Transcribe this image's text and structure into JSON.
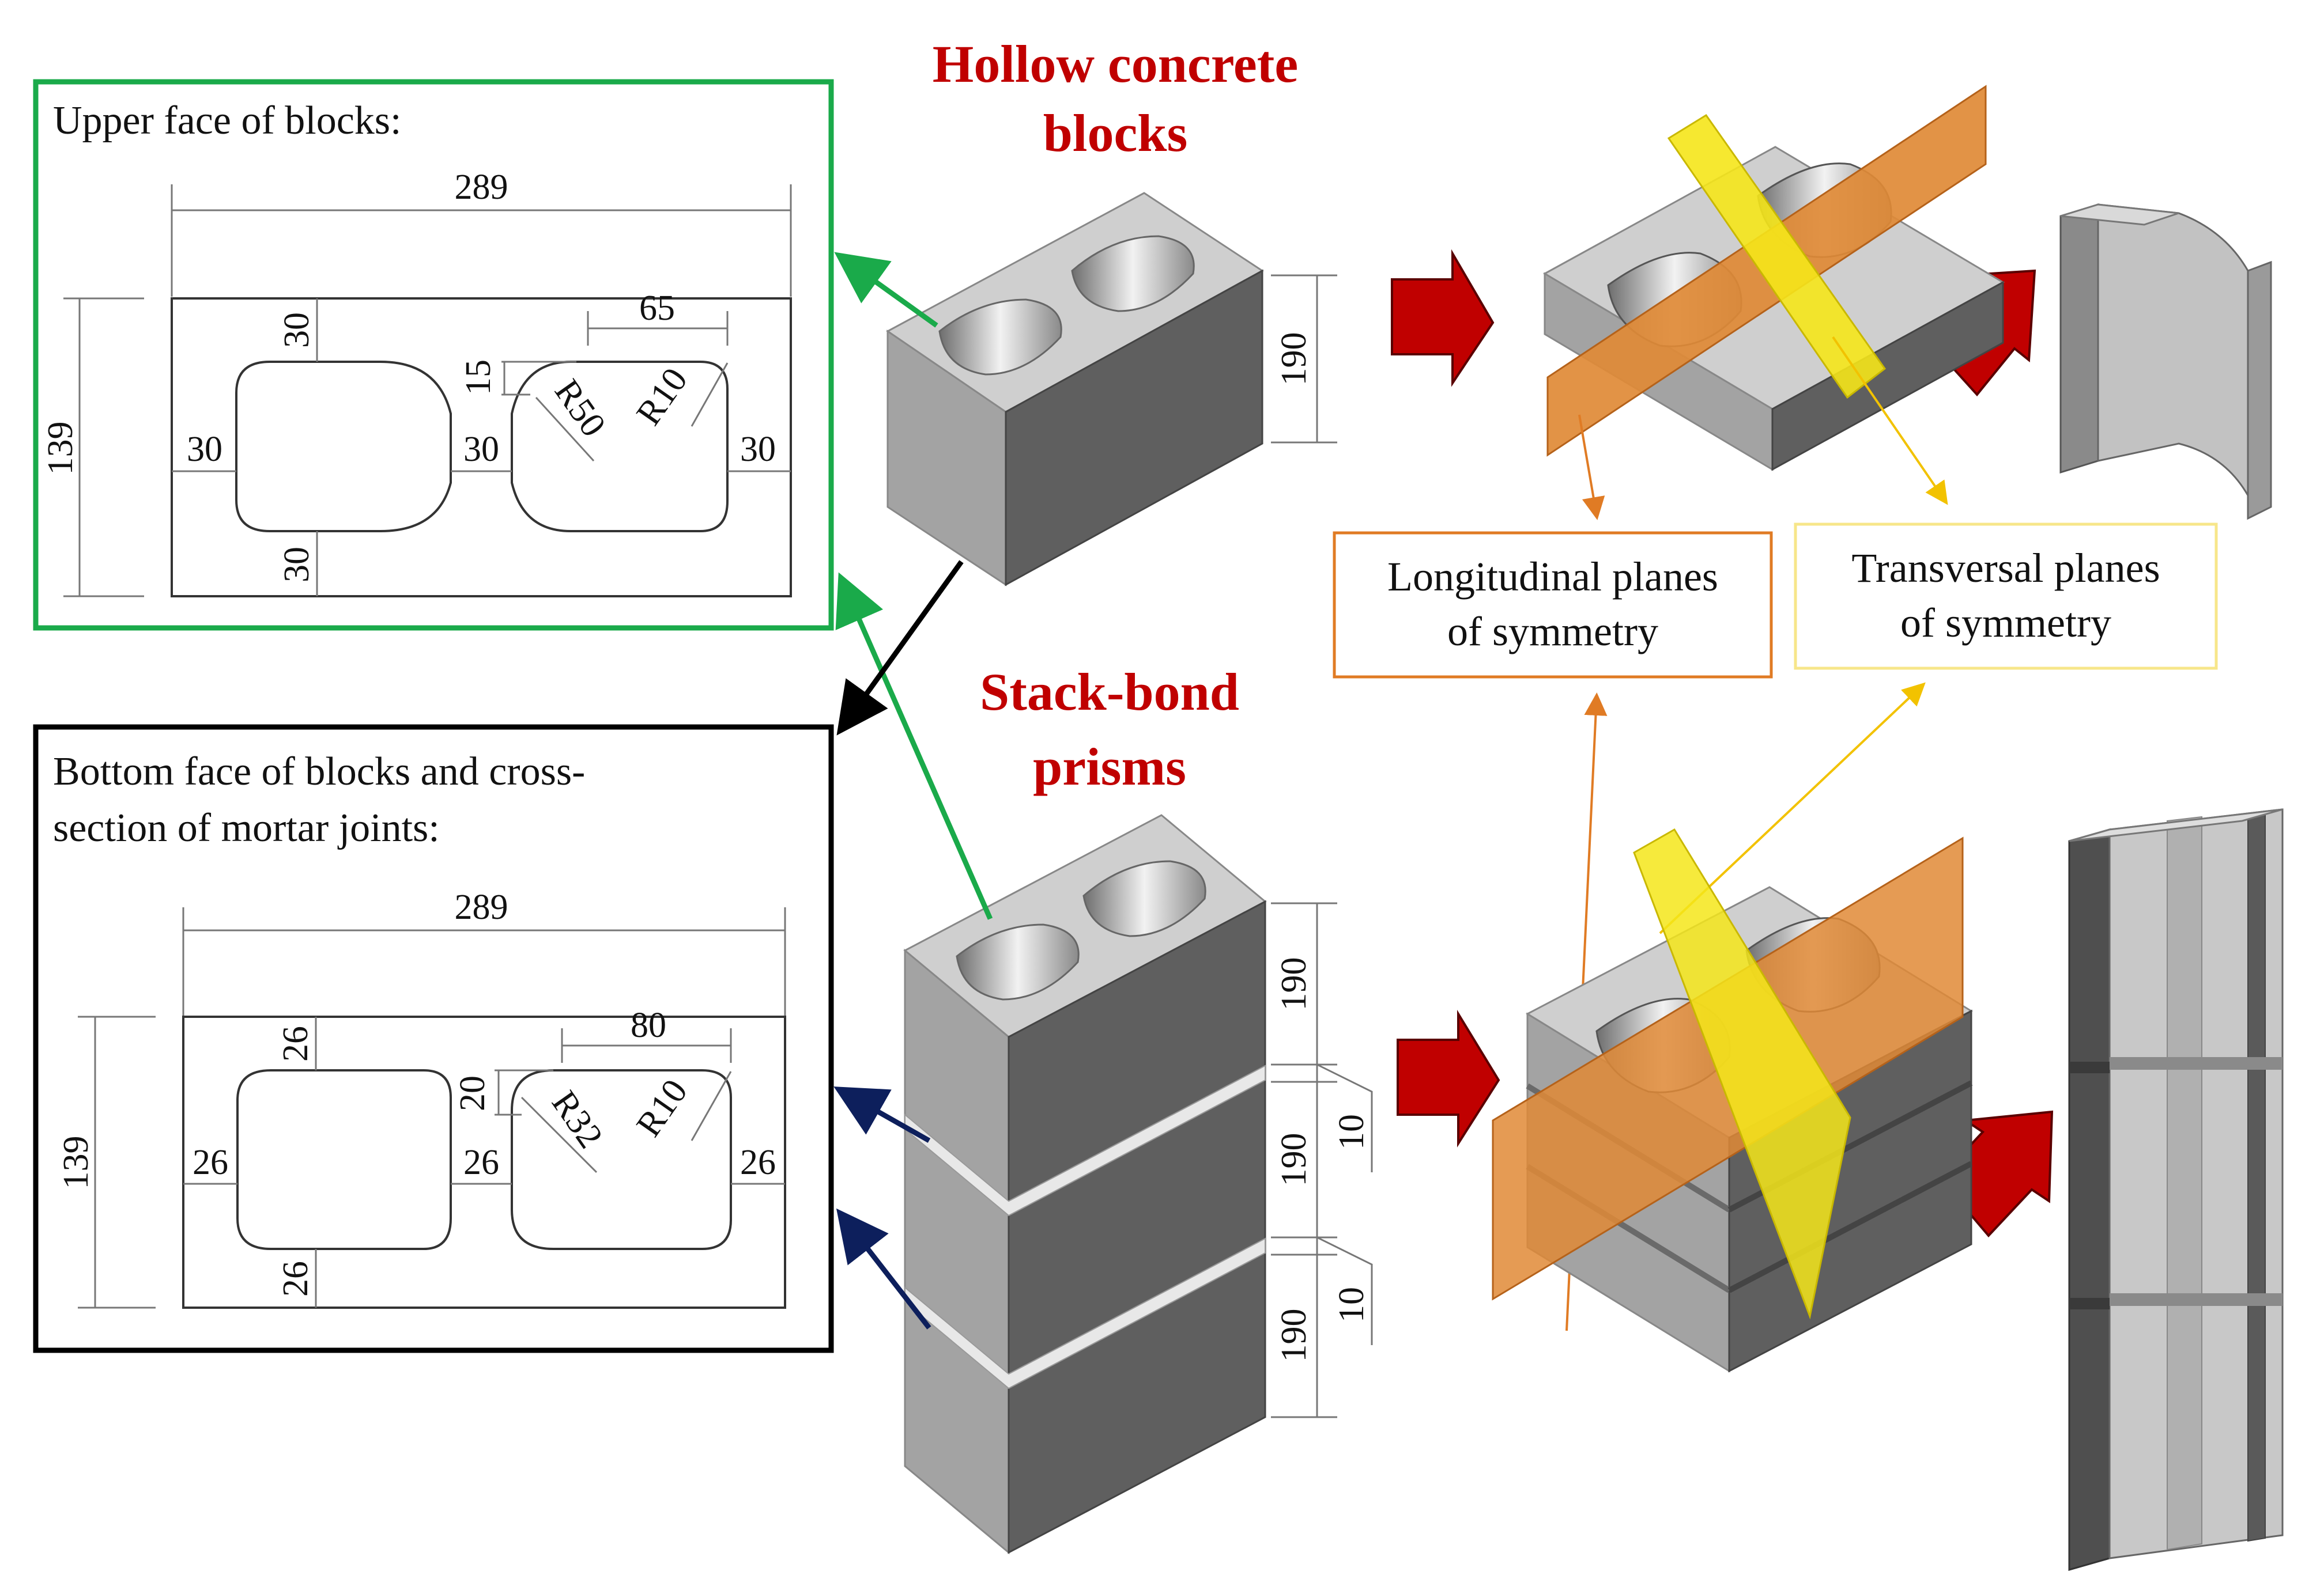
{
  "titles": {
    "hollow_line1": "Hollow concrete",
    "hollow_line2": "blocks",
    "stack_line1": "Stack-bond",
    "stack_line2": "prisms"
  },
  "upper_box": {
    "title": "Upper face of blocks:",
    "dims": {
      "length": "289",
      "height": "139",
      "top_wall": "30",
      "bottom_wall": "30",
      "left_wall": "30",
      "web": "30",
      "right_wall": "30",
      "offset": "65",
      "notch": "15",
      "r_large": "R50",
      "r_small": "R10"
    }
  },
  "bottom_box": {
    "title_line1": "Bottom face of blocks and cross-",
    "title_line2": "section of mortar joints:",
    "dims": {
      "length": "289",
      "height": "139",
      "top_wall": "26",
      "bottom_wall": "26",
      "left_wall": "26",
      "web": "26",
      "right_wall": "26",
      "offset": "80",
      "notch": "20",
      "r_large": "R32",
      "r_small": "R10"
    }
  },
  "block_dims": {
    "single_height": "190",
    "prism_block1": "190",
    "prism_block2": "190",
    "prism_block3": "190",
    "joint1": "10",
    "joint2": "10"
  },
  "planes": {
    "longitudinal_line1": "Longitudinal planes",
    "longitudinal_line2": "of symmetry",
    "transversal_line1": "Transversal planes",
    "transversal_line2": "of symmetry"
  },
  "colors": {
    "title_red": "#c00000",
    "arrow_red": "#c00000",
    "green": "#1aaa4a",
    "navy": "#0d1f5c",
    "orange": "#e07b24",
    "yellow": "#f5e61a",
    "concrete_dark": "#5f5f5f",
    "concrete_mid": "#a3a3a3",
    "concrete_light": "#cfcfcf"
  }
}
